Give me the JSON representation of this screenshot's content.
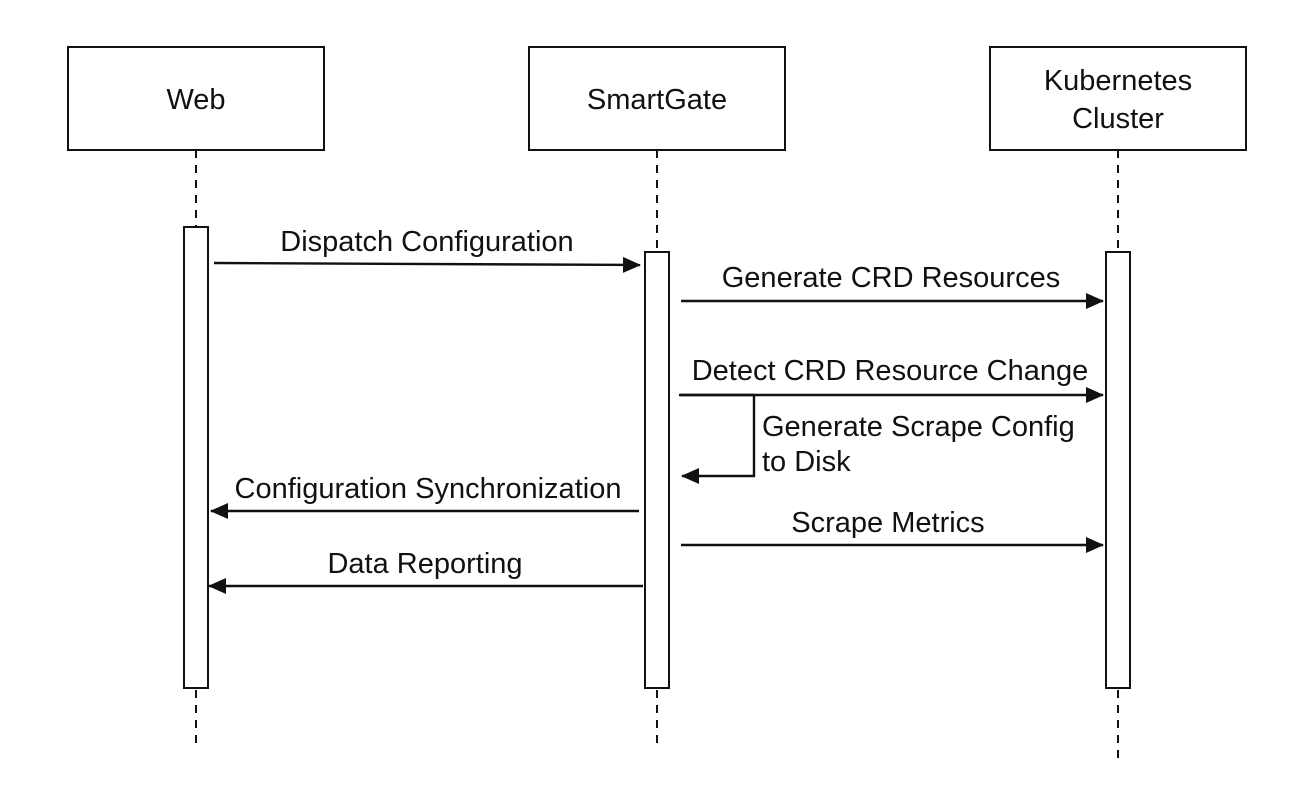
{
  "participants": [
    {
      "id": "web",
      "lines": [
        "Web"
      ]
    },
    {
      "id": "smartgate",
      "lines": [
        "SmartGate"
      ]
    },
    {
      "id": "k8s",
      "lines": [
        "Kubernetes",
        "Cluster"
      ]
    }
  ],
  "messages": [
    {
      "id": "dispatch",
      "from": "web",
      "to": "smartgate",
      "lines": [
        "Dispatch Configuration"
      ]
    },
    {
      "id": "generate-crd",
      "from": "smartgate",
      "to": "k8s",
      "lines": [
        "Generate CRD Resources"
      ]
    },
    {
      "id": "detect-change",
      "from": "smartgate",
      "to": "k8s",
      "lines": [
        "Detect CRD Resource Change"
      ]
    },
    {
      "id": "generate-scrape",
      "from": "smartgate",
      "to": "smartgate",
      "lines": [
        "Generate Scrape Config",
        "to Disk"
      ]
    },
    {
      "id": "config-sync",
      "from": "smartgate",
      "to": "web",
      "lines": [
        "Configuration Synchronization"
      ]
    },
    {
      "id": "scrape-metrics",
      "from": "smartgate",
      "to": "k8s",
      "lines": [
        "Scrape Metrics"
      ]
    },
    {
      "id": "data-reporting",
      "from": "smartgate",
      "to": "web",
      "lines": [
        "Data Reporting"
      ]
    }
  ]
}
